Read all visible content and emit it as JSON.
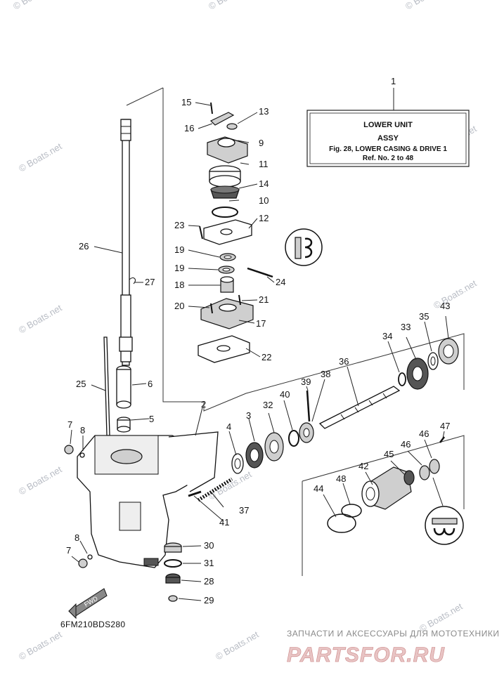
{
  "diagram": {
    "part_code": "6FM210BDS280",
    "fwd_label": "FWD",
    "info_box": {
      "ref_number": "1",
      "line1": "LOWER UNIT",
      "line2": "ASSY",
      "line3": "Fig. 28, LOWER CASING & DRIVE 1",
      "line4": "Ref. No. 2 to 48"
    },
    "callouts": [
      "1",
      "2",
      "3",
      "4",
      "5",
      "6",
      "7",
      "8",
      "9",
      "10",
      "11",
      "12",
      "13",
      "14",
      "15",
      "16",
      "17",
      "18",
      "19",
      "20",
      "21",
      "22",
      "23",
      "24",
      "25",
      "26",
      "27",
      "28",
      "29",
      "30",
      "31",
      "32",
      "33",
      "34",
      "35",
      "36",
      "37",
      "38",
      "39",
      "40",
      "41",
      "42",
      "43",
      "44",
      "45",
      "46",
      "47",
      "48"
    ]
  },
  "watermarks": {
    "text": "© Boats.net"
  },
  "footer": {
    "tagline": "ЗАПЧАСТИ И АКСЕССУАРЫ ДЛЯ МОТОТЕХНИКИ",
    "logo": "PARTSFOR.RU"
  }
}
